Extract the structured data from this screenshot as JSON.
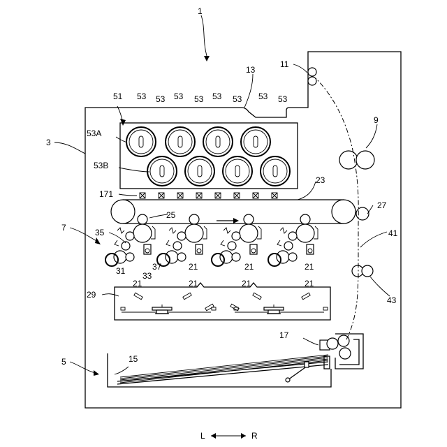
{
  "labels": {
    "apparatus": "1",
    "body": "3",
    "feed_unit": "5",
    "image_forming": "7",
    "fixing": "9",
    "discharge_rollers": "11",
    "top_cover": "13",
    "sheet_tray": "15",
    "pickup": "17",
    "drum": "21",
    "belt": "23",
    "primary_transfer": "25",
    "secondary_transfer": "27",
    "exposure": "29",
    "charger": "31",
    "developing": "33",
    "cleaner": "35",
    "blade": "37",
    "path": "41",
    "conveying": "43",
    "holder": "51",
    "cartridge": "53",
    "row_a": "53A",
    "row_b": "53B",
    "sensor": "171",
    "dir_left": "L",
    "dir_right": "R"
  }
}
